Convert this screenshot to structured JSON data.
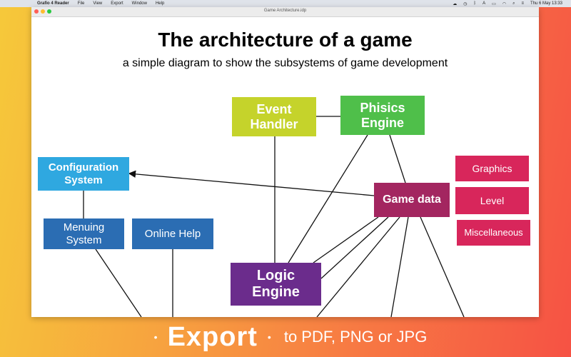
{
  "menubar": {
    "app_name": "Grafio 4 Reader",
    "items": [
      "File",
      "View",
      "Export",
      "Window",
      "Help"
    ],
    "datetime": "Thu 6 May  13:33"
  },
  "window": {
    "title": "Game Architecture.idp"
  },
  "diagram": {
    "title": "The architecture of a game",
    "subtitle": "a simple diagram to show the subsystems of game development",
    "nodes": {
      "event_handler": "Event\nHandler",
      "phisics_engine": "Phisics\nEngine",
      "configuration_system": "Configuration\nSystem",
      "game_data": "Game data",
      "menuing_system": "Menuing\nSystem",
      "online_help": "Online Help",
      "logic_engine": "Logic\nEngine",
      "graphics": "Graphics",
      "level": "Level",
      "miscellaneous": "Miscellaneous"
    },
    "colors": {
      "event_handler": "#c5d32b",
      "phisics_engine": "#4fbf4a",
      "configuration_system": "#2fa8e0",
      "game_data": "#a32660",
      "menuing_system": "#2b6db3",
      "online_help": "#2b6db3",
      "logic_engine": "#6b2c8c",
      "data_items": "#d8265b"
    }
  },
  "caption": {
    "bullet": "•",
    "main": "Export",
    "detail": "to PDF, PNG or JPG"
  }
}
